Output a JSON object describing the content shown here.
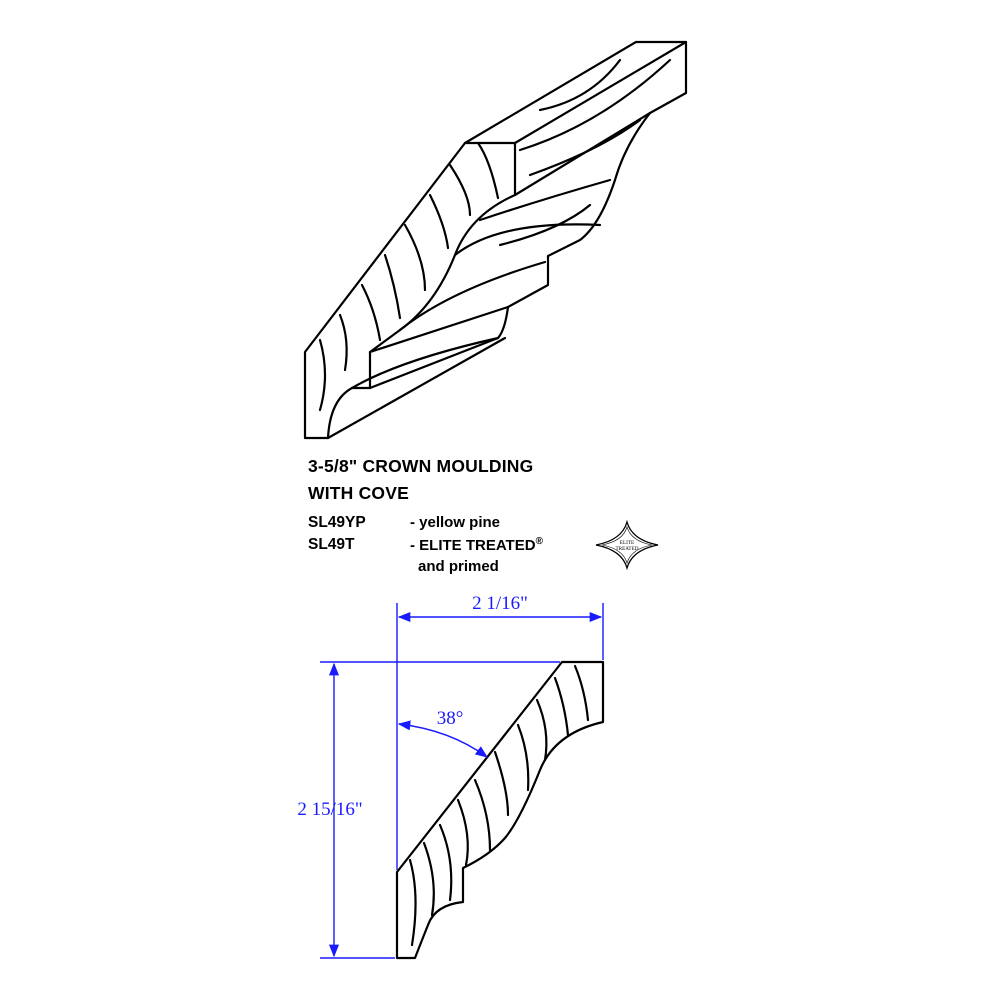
{
  "product": {
    "title_line1": "3-5/8\" CROWN MOULDING",
    "title_line2": "WITH COVE"
  },
  "variants": [
    {
      "code": "SL49YP",
      "description": "- yellow pine"
    },
    {
      "code": "SL49T",
      "description": "- ELITE TREATED",
      "mark": "®",
      "continuation": "and primed"
    }
  ],
  "logo": {
    "line1": "ELITE",
    "line2": "TREATED",
    "icon": "elite-treated-diamond-logo"
  },
  "dimensions": {
    "width": "2 1/16\"",
    "height": "2 15/16\"",
    "angle": "38°"
  },
  "colors": {
    "dimension": "#1a1aff",
    "outline": "#000000"
  }
}
